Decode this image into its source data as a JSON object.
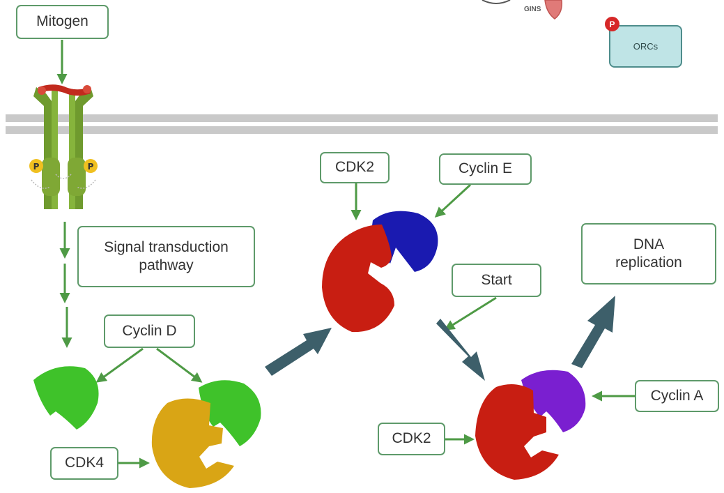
{
  "labels": {
    "mitogen": "Mitogen",
    "signal_transduction": "Signal transduction\npathway",
    "cyclin_d": "Cyclin D",
    "cdk4": "CDK4",
    "cdk2_top": "CDK2",
    "cyclin_e": "Cyclin E",
    "start": "Start",
    "dna_replication": "DNA\nreplication",
    "cyclin_a": "Cyclin A",
    "cdk2_bottom": "CDK2",
    "orcs": "ORCs",
    "gins": "GINS",
    "phospho": "P"
  },
  "colors": {
    "label_border": "#5e9a6a",
    "arrow_green": "#4e9a45",
    "arrow_teal": "#3d5f6a",
    "membrane": "#c9c9c9",
    "receptor": "#6f9a2e",
    "cdk2_red": "#c81e12",
    "cyclin_e_blue": "#1a1ab0",
    "cyclin_d_green": "#3fc22a",
    "cdk4_gold": "#d9a515",
    "cyclin_a_purple": "#7a1fd0",
    "phospho_red": "#d62828",
    "phospho_yellow": "#f0c020"
  }
}
